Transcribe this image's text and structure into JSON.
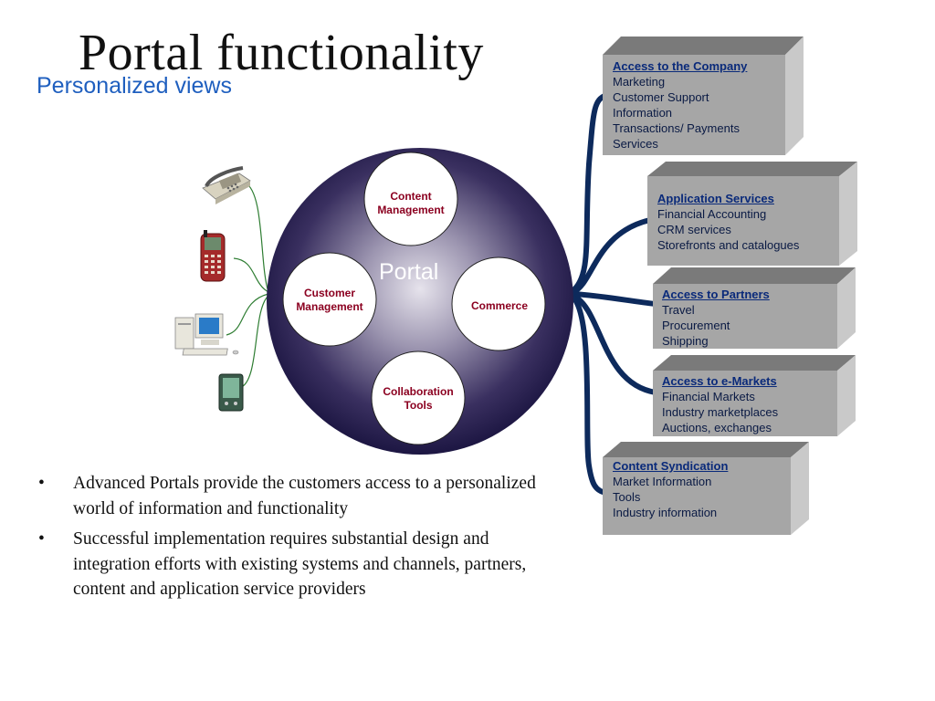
{
  "title": "Portal functionality",
  "subtitle": "Personalized views",
  "portal": {
    "label": "Portal",
    "modules": {
      "content_management": "Content Management",
      "customer_management": "Customer Management",
      "commerce": "Commerce",
      "collaboration_tools": "Collaboration Tools"
    }
  },
  "devices": [
    "telephone-icon",
    "mobile-phone-icon",
    "desktop-computer-icon",
    "pda-icon"
  ],
  "boxes": [
    {
      "heading": "Access to the Company",
      "items": [
        "Marketing",
        "Customer Support",
        "Information",
        "Transactions/ Payments",
        "Services"
      ]
    },
    {
      "heading": "Application Services",
      "items": [
        "Financial Accounting",
        "CRM services",
        "Storefronts and catalogues"
      ]
    },
    {
      "heading": "Access to Partners",
      "items": [
        "Travel",
        "Procurement",
        "Shipping"
      ]
    },
    {
      "heading": "Access to e-Markets",
      "items": [
        "Financial Markets",
        "Industry marketplaces",
        "Auctions, exchanges"
      ]
    },
    {
      "heading": "Content Syndication",
      "items": [
        "Market Information",
        "Tools",
        "Industry information"
      ]
    }
  ],
  "bullets": [
    "Advanced Portals provide the customers access to a personalized world of information and functionality",
    "Successful implementation requires substantial design and integration efforts with existing systems and channels, partners, content and application service providers"
  ],
  "bullet_symbol": "•",
  "colors": {
    "module_text": "#8b0020",
    "subtitle": "#1f5fbf",
    "connector": "#0d2a5c",
    "device_lines": "#2e7d32",
    "box_face": "#a6a6a6"
  }
}
